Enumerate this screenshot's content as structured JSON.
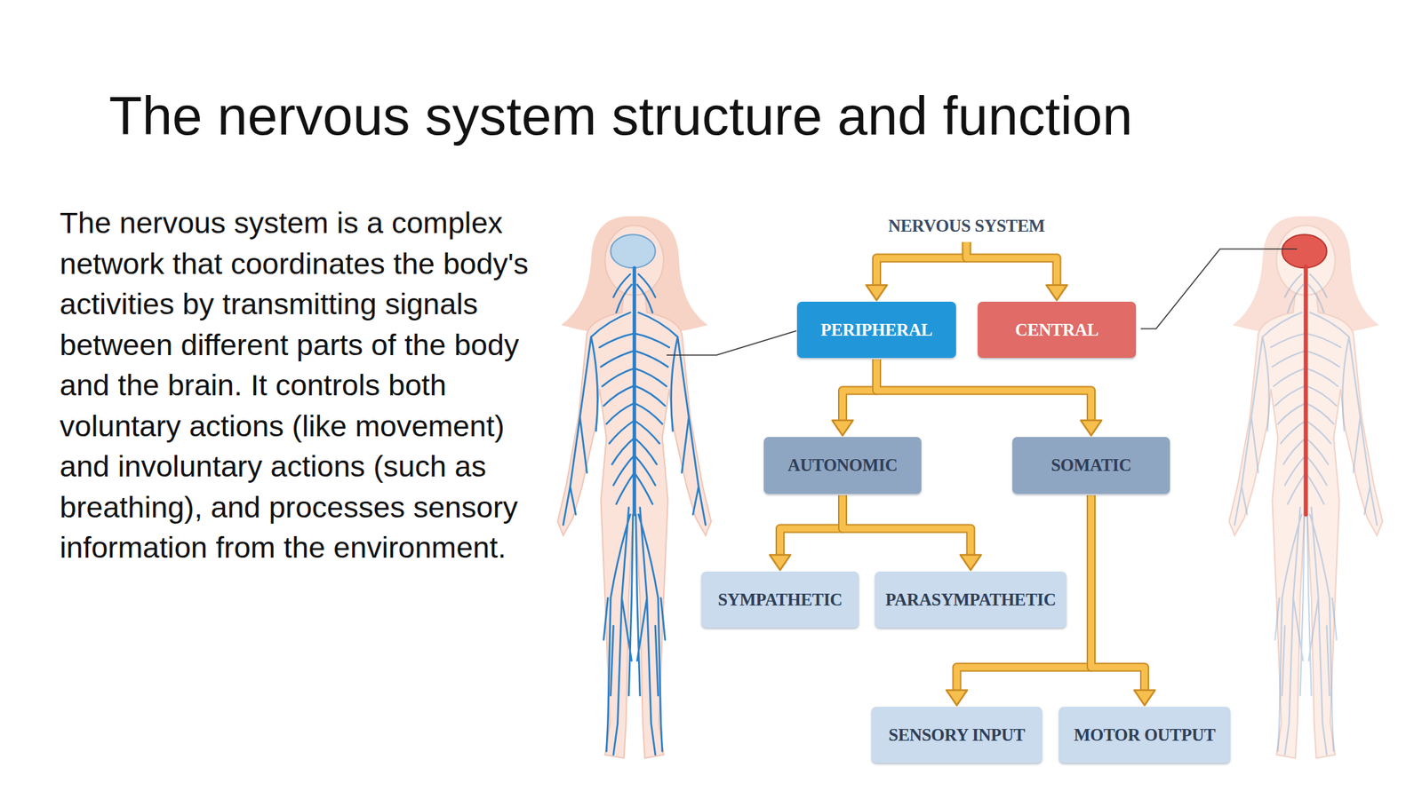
{
  "diagram": {
    "title": "The nervous system structure and function",
    "nodes": [
      {
        "text": [
          "NERVOUS SYSTEM"
        ]
      },
      {
        "text": [
          "PERIPHERAL"
        ]
      },
      {
        "text": [
          "CENTRAL"
        ]
      },
      {
        "text": [
          "AUTONOMIC"
        ]
      },
      {
        "text": [
          "SOMATIC"
        ]
      },
      {
        "text": [
          "SYMPATHETIC"
        ]
      },
      {
        "text": [
          "PARASYMPATHETIC"
        ]
      },
      {
        "text": [
          "SENSORY INPUT"
        ]
      },
      {
        "text": [
          "MOTOR OUTPUT"
        ]
      }
    ],
    "edges": [
      {
        "from": 0,
        "to": 1,
        "arrow": "to"
      },
      {
        "from": 0,
        "to": 2,
        "arrow": "to"
      },
      {
        "from": 1,
        "to": 3,
        "arrow": "to"
      },
      {
        "from": 1,
        "to": 4,
        "arrow": "to"
      },
      {
        "from": 3,
        "to": 5,
        "arrow": "to"
      },
      {
        "from": 3,
        "to": 6,
        "arrow": "to"
      },
      {
        "from": 4,
        "to": 7,
        "arrow": "to"
      },
      {
        "from": 4,
        "to": 8,
        "arrow": "to"
      }
    ],
    "labels": [
      "The nervous system is a complex network that coordinates the body's activities by transmitting signals between different parts of the body and the brain. It controls both voluntary actions (like movement) and involuntary actions (such as breathing), and processes sensory information from the environment."
    ]
  }
}
